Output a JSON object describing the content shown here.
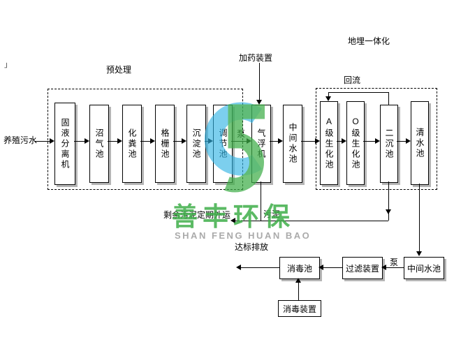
{
  "page": {
    "corner_mark": "」"
  },
  "colors": {
    "logo_green": "#3fae49",
    "logo_blue": "#31b4e4",
    "brand_gray": "#9c9c9c",
    "line": "#000000",
    "shadow": "#b5b5b5"
  },
  "top_flow": {
    "source": "养殖污水",
    "pump": "泵",
    "flotation": "气浮机",
    "intermediate_pool": "中间水池",
    "dosing_device": "加药装置"
  },
  "pretreatment": {
    "label": "预处理",
    "boxes": [
      "固液分离机",
      "沼气池",
      "化粪池",
      "格栅池",
      "沉淀池",
      "调节池"
    ]
  },
  "underground": {
    "label": "地埋一体化",
    "reflux_label": "回流",
    "boxes": [
      "A级生化池",
      "O级生化池",
      "二沉池",
      "清水池"
    ]
  },
  "sludge": {
    "label": "污泥",
    "out": "剩余污泥定期外运"
  },
  "bottom_flow": {
    "intermediate_pool": "中间水池",
    "pump": "泵",
    "filter": "过滤装置",
    "disinfection_pool": "消毒池",
    "discharge": "达标排放",
    "disinfection_device": "消毒装置"
  },
  "watermark": {
    "cn": "善丰环保",
    "en": "SHAN FENG HUAN BAO"
  }
}
